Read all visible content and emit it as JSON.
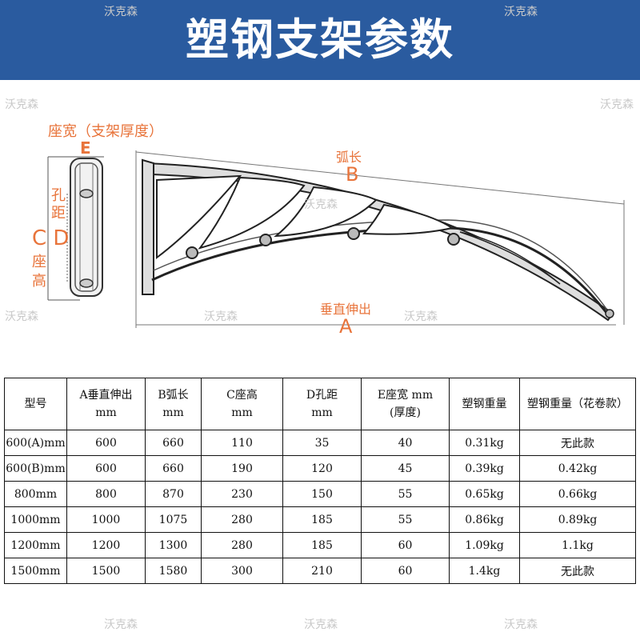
{
  "header": {
    "title": "塑钢支架参数"
  },
  "diagram": {
    "label_e_title": "座宽（支架厚度）",
    "label_e": "E",
    "label_hole_1": "孔",
    "label_hole_2": "距",
    "label_cd": "C D",
    "label_seat_1": "座",
    "label_seat_2": "高",
    "label_arc": "弧长",
    "label_b": "B",
    "label_vertical": "垂直伸出",
    "label_a": "A"
  },
  "watermark": "沃克森",
  "table": {
    "headers": [
      {
        "line1": "型号",
        "line2": ""
      },
      {
        "line1": "A垂直伸出",
        "line2": "mm"
      },
      {
        "line1": "B弧长",
        "line2": "mm"
      },
      {
        "line1": "C座高",
        "line2": "mm"
      },
      {
        "line1": "D孔距",
        "line2": "mm"
      },
      {
        "line1": "E座宽 mm",
        "line2": "(厚度)"
      },
      {
        "line1": "塑钢重量",
        "line2": ""
      },
      {
        "line1": "塑钢重量（花卷款）",
        "line2": ""
      }
    ],
    "rows": [
      [
        "600(A)mm",
        "600",
        "660",
        "110",
        "35",
        "40",
        "0.31kg",
        "无此款"
      ],
      [
        "600(B)mm",
        "600",
        "660",
        "190",
        "120",
        "45",
        "0.39kg",
        "0.42kg"
      ],
      [
        "800mm",
        "800",
        "870",
        "230",
        "150",
        "55",
        "0.65kg",
        "0.66kg"
      ],
      [
        "1000mm",
        "1000",
        "1075",
        "280",
        "185",
        "55",
        "0.86kg",
        "0.89kg"
      ],
      [
        "1200mm",
        "1200",
        "1300",
        "280",
        "185",
        "60",
        "1.09kg",
        "1.1kg"
      ],
      [
        "1500mm",
        "1500",
        "1580",
        "300",
        "210",
        "60",
        "1.4kg",
        "无此款"
      ]
    ]
  }
}
